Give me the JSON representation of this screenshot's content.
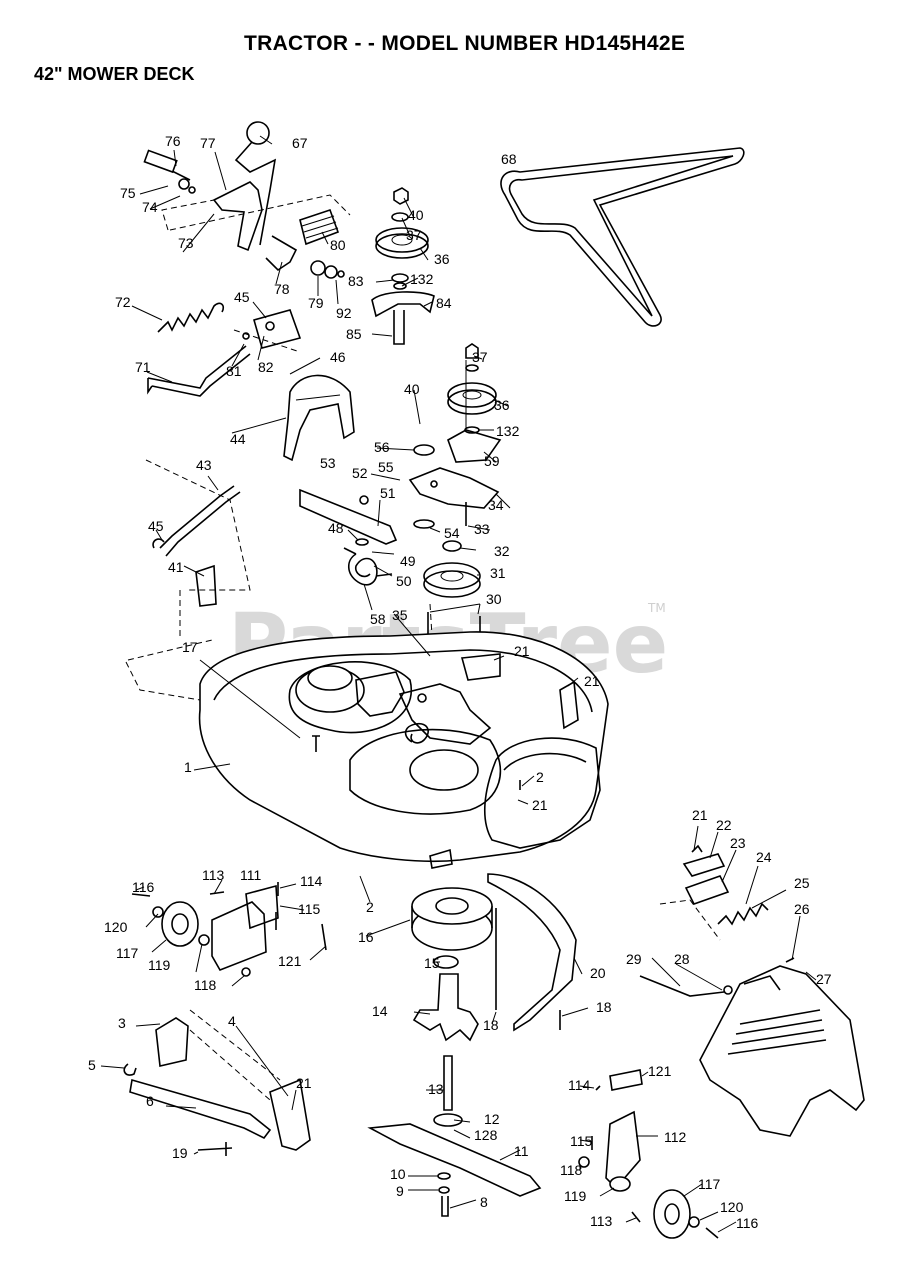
{
  "title": "TRACTOR - - MODEL NUMBER HD145H42E",
  "subtitle": "42\" MOWER DECK",
  "watermark": {
    "text": "PartsTree",
    "trademark": "TM"
  },
  "callouts": [
    {
      "n": "76"
    },
    {
      "n": "77"
    },
    {
      "n": "67"
    },
    {
      "n": "75"
    },
    {
      "n": "74"
    },
    {
      "n": "73"
    },
    {
      "n": "80"
    },
    {
      "n": "78"
    },
    {
      "n": "79"
    },
    {
      "n": "92"
    },
    {
      "n": "72"
    },
    {
      "n": "45"
    },
    {
      "n": "81"
    },
    {
      "n": "82"
    },
    {
      "n": "71"
    },
    {
      "n": "46"
    },
    {
      "n": "44"
    },
    {
      "n": "40"
    },
    {
      "n": "37"
    },
    {
      "n": "36"
    },
    {
      "n": "83"
    },
    {
      "n": "132"
    },
    {
      "n": "84"
    },
    {
      "n": "85"
    },
    {
      "n": "68"
    },
    {
      "n": "37"
    },
    {
      "n": "40"
    },
    {
      "n": "36"
    },
    {
      "n": "132"
    },
    {
      "n": "56"
    },
    {
      "n": "59"
    },
    {
      "n": "55"
    },
    {
      "n": "53"
    },
    {
      "n": "52"
    },
    {
      "n": "51"
    },
    {
      "n": "34"
    },
    {
      "n": "33"
    },
    {
      "n": "54"
    },
    {
      "n": "48"
    },
    {
      "n": "49"
    },
    {
      "n": "32"
    },
    {
      "n": "31"
    },
    {
      "n": "50"
    },
    {
      "n": "43"
    },
    {
      "n": "45"
    },
    {
      "n": "41"
    },
    {
      "n": "30"
    },
    {
      "n": "35"
    },
    {
      "n": "58"
    },
    {
      "n": "21"
    },
    {
      "n": "21"
    },
    {
      "n": "17"
    },
    {
      "n": "1"
    },
    {
      "n": "2"
    },
    {
      "n": "21"
    },
    {
      "n": "21"
    },
    {
      "n": "22"
    },
    {
      "n": "23"
    },
    {
      "n": "24"
    },
    {
      "n": "25"
    },
    {
      "n": "26"
    },
    {
      "n": "2"
    },
    {
      "n": "113"
    },
    {
      "n": "111"
    },
    {
      "n": "114"
    },
    {
      "n": "116"
    },
    {
      "n": "115"
    },
    {
      "n": "120"
    },
    {
      "n": "16"
    },
    {
      "n": "117"
    },
    {
      "n": "121"
    },
    {
      "n": "119"
    },
    {
      "n": "15"
    },
    {
      "n": "118"
    },
    {
      "n": "20"
    },
    {
      "n": "28"
    },
    {
      "n": "27"
    },
    {
      "n": "29"
    },
    {
      "n": "14"
    },
    {
      "n": "18"
    },
    {
      "n": "3"
    },
    {
      "n": "4"
    },
    {
      "n": "18"
    },
    {
      "n": "5"
    },
    {
      "n": "6"
    },
    {
      "n": "21"
    },
    {
      "n": "114"
    },
    {
      "n": "121"
    },
    {
      "n": "13"
    },
    {
      "n": "12"
    },
    {
      "n": "128"
    },
    {
      "n": "11"
    },
    {
      "n": "112"
    },
    {
      "n": "115"
    },
    {
      "n": "118"
    },
    {
      "n": "19"
    },
    {
      "n": "10"
    },
    {
      "n": "9"
    },
    {
      "n": "8"
    },
    {
      "n": "119"
    },
    {
      "n": "117"
    },
    {
      "n": "120"
    },
    {
      "n": "113"
    },
    {
      "n": "116"
    }
  ]
}
